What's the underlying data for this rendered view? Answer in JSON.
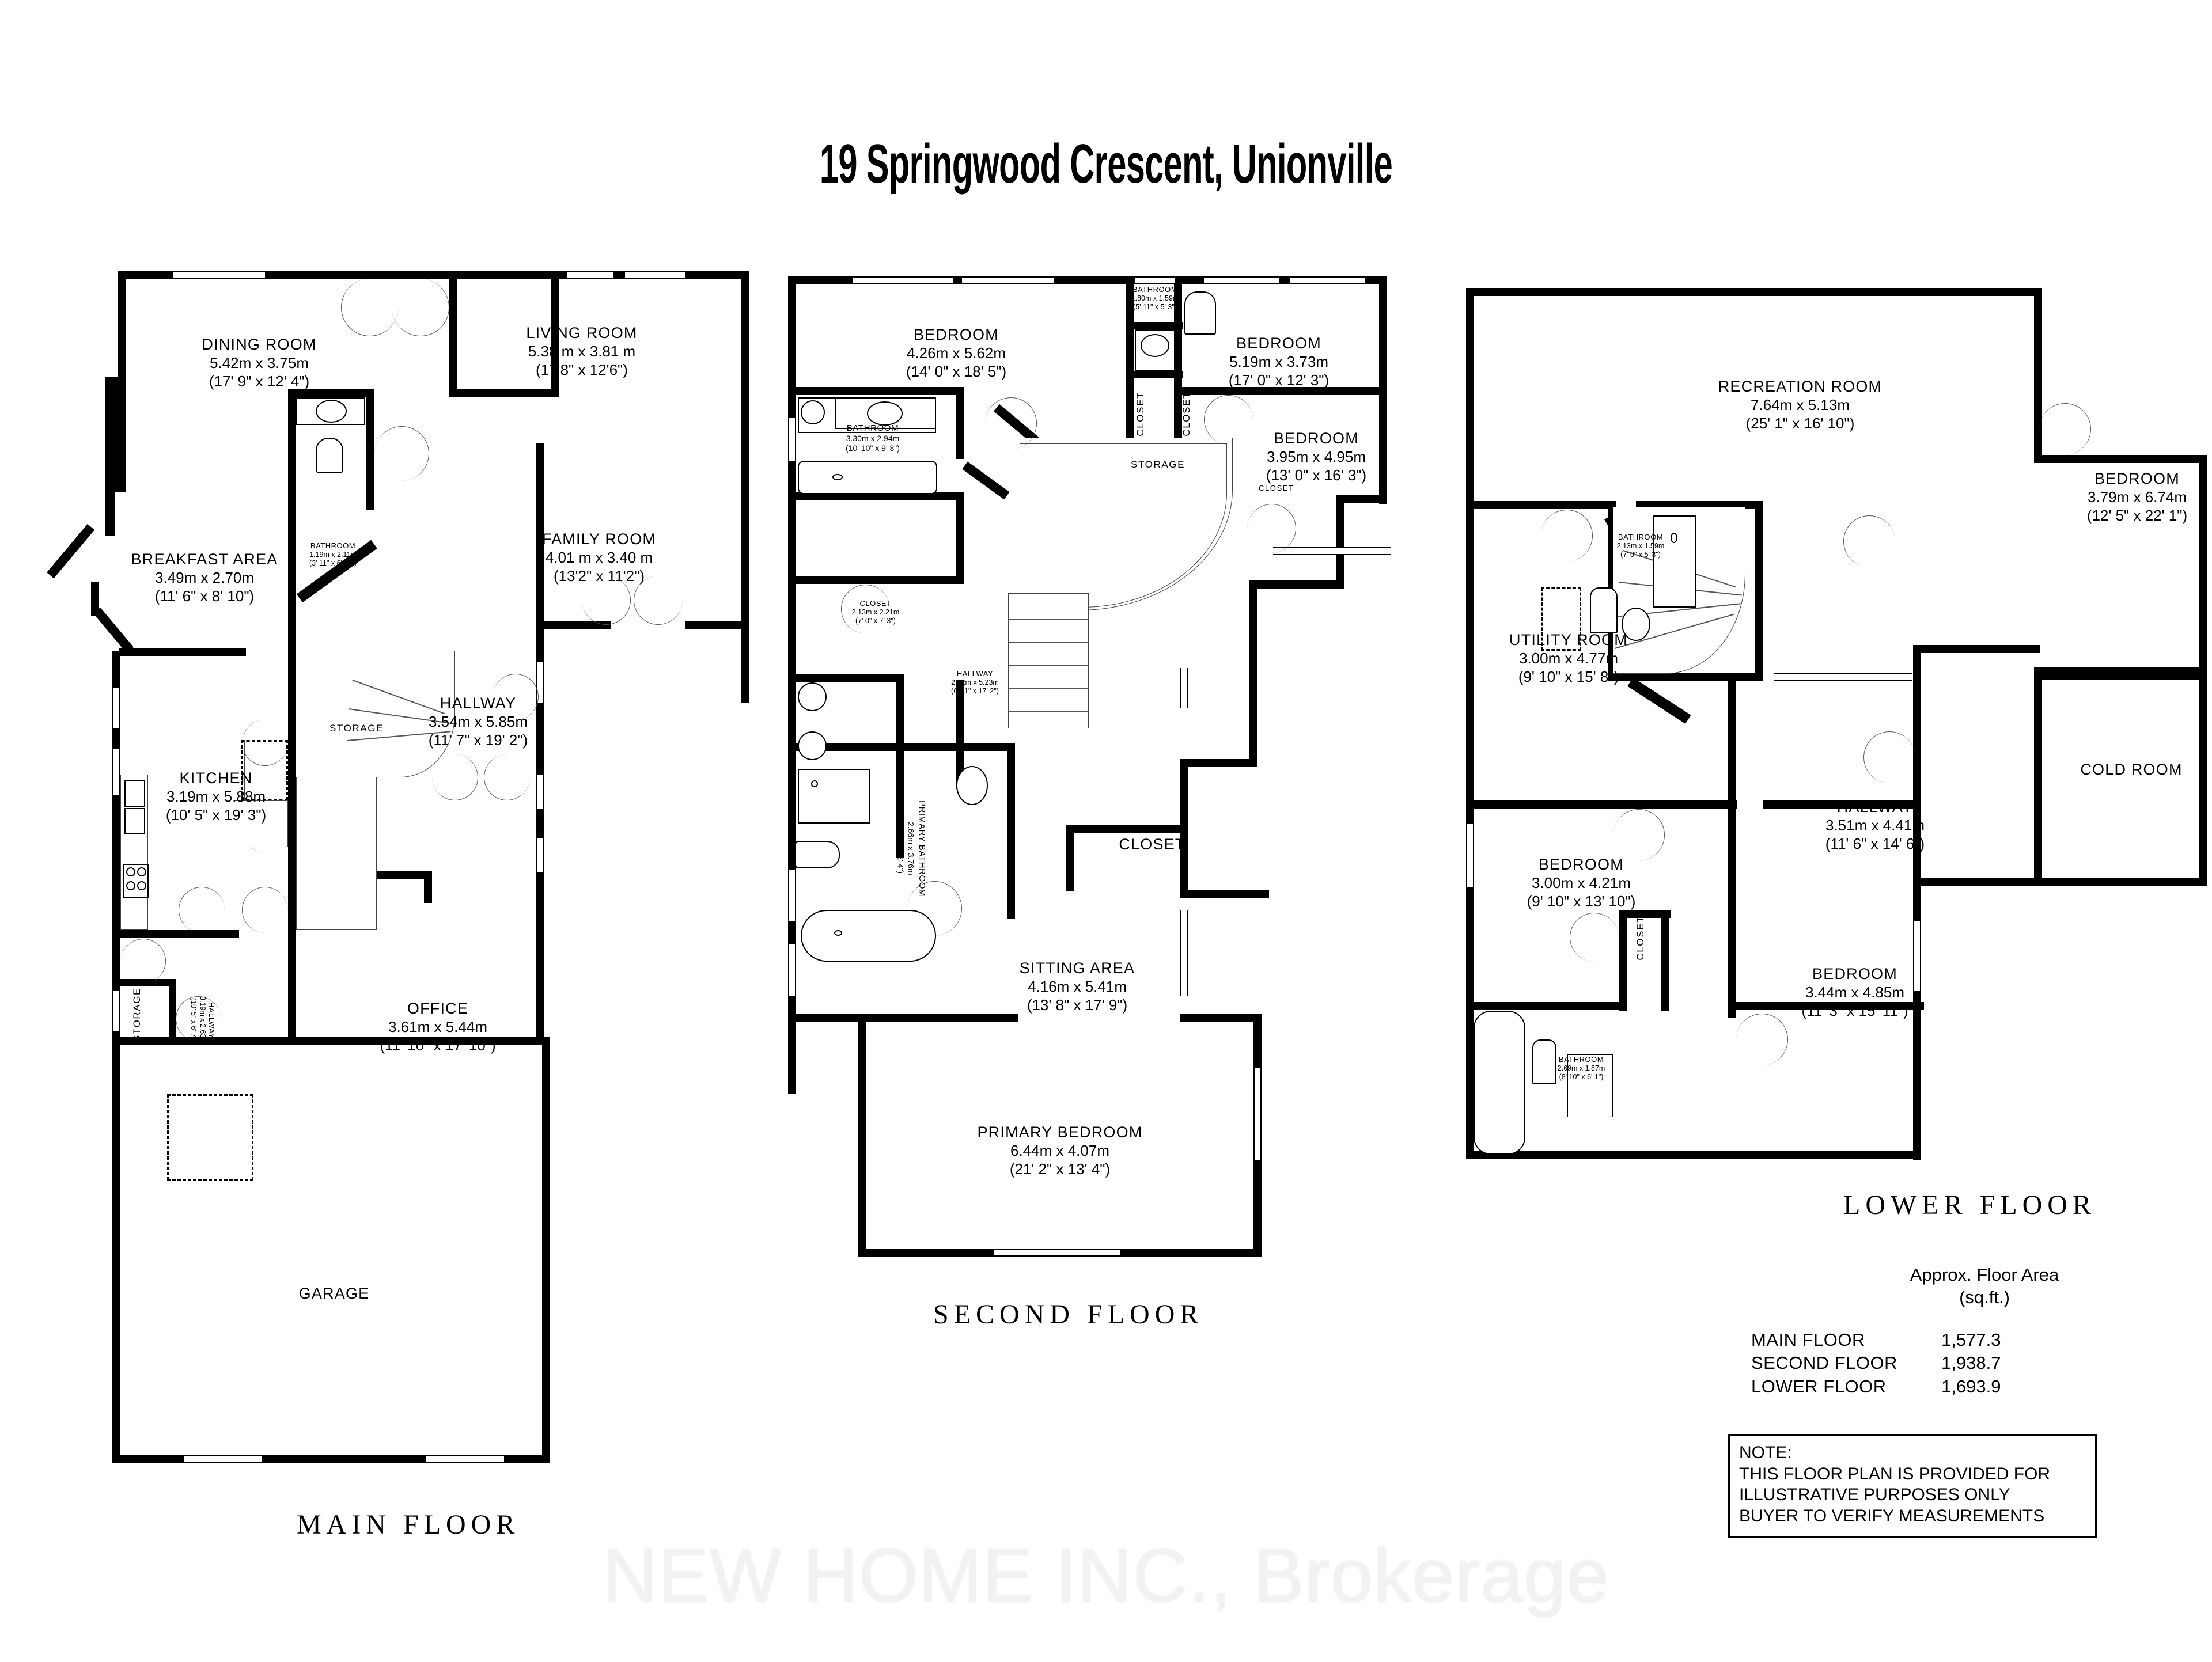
{
  "title": "19 Springwood Crescent, Unionville",
  "watermark": "NEW HOME INC., Brokerage",
  "floors": {
    "main": {
      "caption": "MAIN FLOOR",
      "rooms": [
        {
          "name": "DINING ROOM",
          "dim_m": "5.42m x 3.75m",
          "dim_ft": "(17' 9\" x 12' 4\")"
        },
        {
          "name": "LIVING ROOM",
          "dim_m": "5.38 m x 3.81 m",
          "dim_ft": "(17'8\" x 12'6\")"
        },
        {
          "name": "FAMILY ROOM",
          "dim_m": "4.01 m x 3.40 m",
          "dim_ft": "(13'2\" x 11'2\")"
        },
        {
          "name": "BREAKFAST AREA",
          "dim_m": "3.49m x 2.70m",
          "dim_ft": "(11' 6\" x 8' 10\")"
        },
        {
          "name": "BATHROOM",
          "dim_m": "1.19m x 2.11m",
          "dim_ft": "(3' 11\" x 6' 11\")"
        },
        {
          "name": "HALLWAY",
          "dim_m": "3.54m x 5.85m",
          "dim_ft": "(11' 7\" x 19' 2\")"
        },
        {
          "name": "KITCHEN",
          "dim_m": "3.19m x 5.88m",
          "dim_ft": "(10' 5\" x 19' 3\")"
        },
        {
          "name": "OFFICE",
          "dim_m": "3.61m x 5.44m",
          "dim_ft": "(11' 10\" x 17' 10\")"
        },
        {
          "name": "HALLWAY",
          "dim_m": "3.19m x 2.63m",
          "dim_ft": "(10' 5\" x 6' 7\")"
        }
      ],
      "storage_label": "STORAGE",
      "storage_label2": "STORAGE",
      "garage_label": "GARAGE"
    },
    "second": {
      "caption": "SECOND FLOOR",
      "rooms": [
        {
          "name": "BEDROOM",
          "dim_m": "4.26m x 5.62m",
          "dim_ft": "(14' 0\" x 18' 5\")"
        },
        {
          "name": "BEDROOM",
          "dim_m": "5.19m x 3.73m",
          "dim_ft": "(17' 0\" x 12' 3\")"
        },
        {
          "name": "BEDROOM",
          "dim_m": "3.95m x 4.95m",
          "dim_ft": "(13' 0\" x 16' 3\")"
        },
        {
          "name": "BATHROOM",
          "dim_m": "1.80m x 1.59m",
          "dim_ft": "(5' 11\" x 5' 3\")"
        },
        {
          "name": "BATHROOM",
          "dim_m": "3.30m x 2.94m",
          "dim_ft": "(10' 10\" x 9' 8\")"
        },
        {
          "name": "CLOSET",
          "dim_m": "2.13m x 2.21m",
          "dim_ft": "(7' 0\" x 7' 3\")"
        },
        {
          "name": "HALLWAY",
          "dim_m": "2.12m x 5.23m",
          "dim_ft": "(6' 11\" x 17' 2\")"
        },
        {
          "name": "PRIMARY BATHROOM",
          "dim_m": "2.66m x 3.76m",
          "dim_ft": "(8' 9\" x 12' 4\")"
        },
        {
          "name": "SITTING AREA",
          "dim_m": "4.16m x 5.41m",
          "dim_ft": "(13' 8\" x 17' 9\")"
        },
        {
          "name": "PRIMARY BEDROOM",
          "dim_m": "6.44m x 4.07m",
          "dim_ft": "(21' 2\" x 13' 4\")"
        }
      ],
      "closet_a": "CLOSET",
      "closet_b": "CLOSET",
      "closet_c": "CLOSET",
      "closet_big": "CLOSET",
      "storage": "STORAGE"
    },
    "lower": {
      "caption": "LOWER FLOOR",
      "rooms": [
        {
          "name": "RECREATION ROOM",
          "dim_m": "7.64m x 5.13m",
          "dim_ft": "(25' 1\" x 16' 10\")"
        },
        {
          "name": "BEDROOM",
          "dim_m": "3.79m x 6.74m",
          "dim_ft": "(12' 5\" x 22' 1\")"
        },
        {
          "name": "BATHROOM",
          "dim_m": "2.13m x 1.59m",
          "dim_ft": "(7' 0\" x 5' 3\")"
        },
        {
          "name": "UTILITY ROOM",
          "dim_m": "3.00m x 4.77m",
          "dim_ft": "(9' 10\" x 15' 8\")"
        },
        {
          "name": "HALLWAY",
          "dim_m": "3.51m x 4.41m",
          "dim_ft": "(11' 6\" x 14' 6\")"
        },
        {
          "name": "BEDROOM",
          "dim_m": "3.00m x 4.21m",
          "dim_ft": "(9' 10\" x 13' 10\")"
        },
        {
          "name": "BEDROOM",
          "dim_m": "3.44m x 4.85m",
          "dim_ft": "(11' 3\" x 15' 11\")"
        },
        {
          "name": "BATHROOM",
          "dim_m": "2.69m x 1.87m",
          "dim_ft": "(8' 10\" x 6' 1\")"
        }
      ],
      "cold_room": "COLD ROOM",
      "closet": "CLOSET"
    }
  },
  "area_summary": {
    "heading_line1": "Approx. Floor Area",
    "heading_line2": "(sq.ft.)",
    "rows": [
      {
        "label": "MAIN FLOOR",
        "value": "1,577.3"
      },
      {
        "label": "SECOND FLOOR",
        "value": "1,938.7"
      },
      {
        "label": "LOWER FLOOR",
        "value": "1,693.9"
      }
    ]
  },
  "note": {
    "line1": "NOTE:",
    "line2": "THIS FLOOR PLAN IS PROVIDED FOR",
    "line3": "ILLUSTRATIVE PURPOSES ONLY",
    "line4": "BUYER TO VERIFY MEASUREMENTS"
  }
}
